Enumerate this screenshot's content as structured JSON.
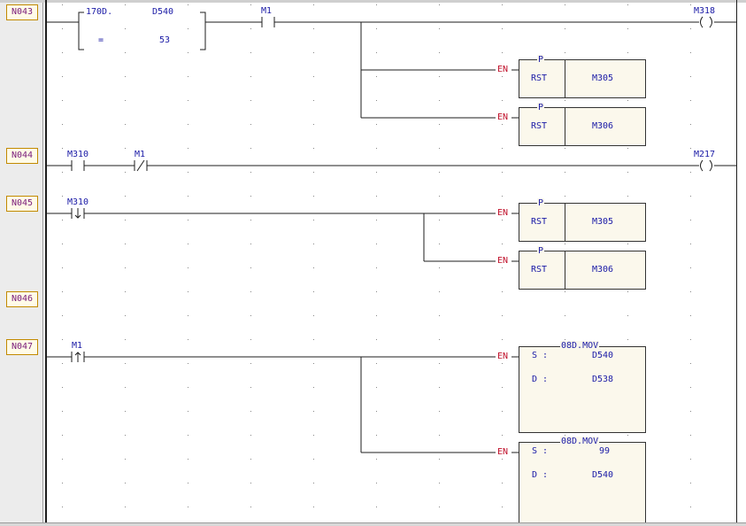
{
  "rungs": [
    {
      "label": "N043"
    },
    {
      "label": "N044"
    },
    {
      "label": "N045"
    },
    {
      "label": "N046"
    },
    {
      "label": "N047"
    }
  ],
  "n043": {
    "compare_op": "170D.",
    "compare_src": "D540",
    "compare_eq": "=",
    "compare_val": "53",
    "contact_label": "M1",
    "coil_label": "M318",
    "box1": {
      "flag": "P",
      "op": "RST",
      "operand": "M305"
    },
    "box2": {
      "flag": "P",
      "op": "RST",
      "operand": "M306"
    }
  },
  "n044": {
    "contact1_label": "M310",
    "contact2_label": "M1",
    "coil_label": "M217"
  },
  "n045": {
    "contact_label": "M310",
    "box1": {
      "flag": "P",
      "op": "RST",
      "operand": "M305"
    },
    "box2": {
      "flag": "P",
      "op": "RST",
      "operand": "M306"
    }
  },
  "n047": {
    "contact_label": "M1",
    "mov1": {
      "title": "08D.MOV",
      "s_label": "S :",
      "s_value": "D540",
      "d_label": "D :",
      "d_value": "D538"
    },
    "mov2": {
      "title": "08D.MOV",
      "s_label": "S :",
      "s_value": "99",
      "d_label": "D :",
      "d_value": "D540"
    }
  },
  "en_label": "EN",
  "colors": {
    "wire": "#1e1e1e",
    "text": "#1a1aa6",
    "en": "#c0102a",
    "box_fill": "#fbf8ec",
    "gutter": "#ececec"
  }
}
